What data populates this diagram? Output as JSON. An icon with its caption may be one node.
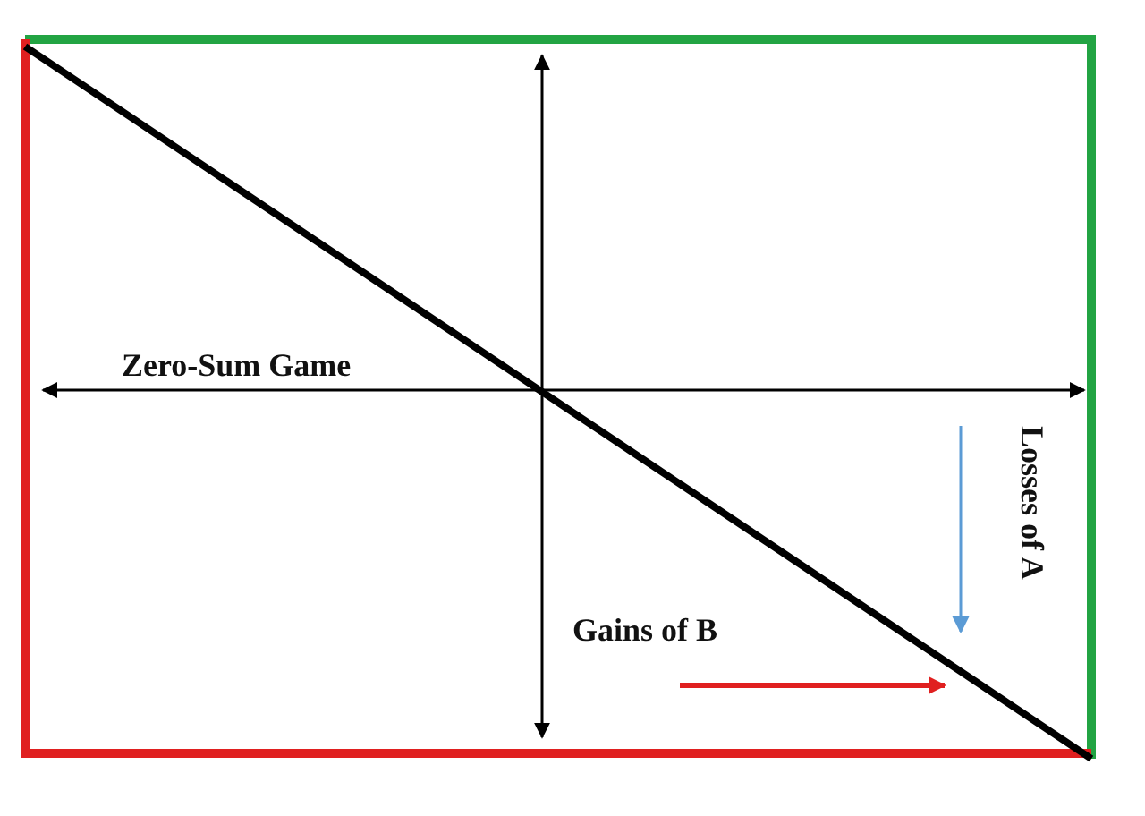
{
  "diagram": {
    "labels": [
      "Zero-Sum Game",
      "Gains of B",
      "Losses of A"
    ]
  }
}
